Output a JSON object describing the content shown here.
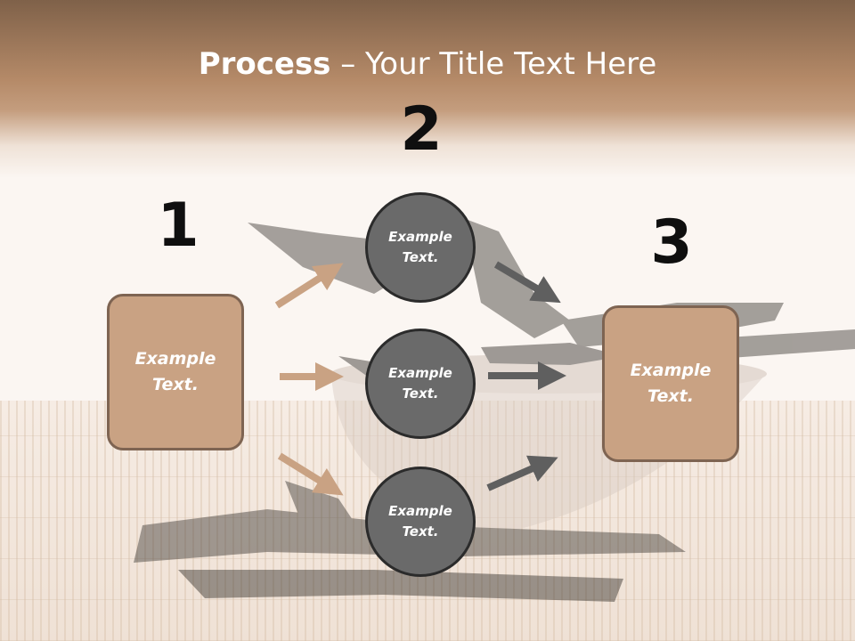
{
  "slide": {
    "title_bold": "Process",
    "title_rest": " – Your Title Text Here",
    "colors": {
      "box_fill": "#c9a283",
      "circle_fill": "#6a6a6a",
      "arrow_tan": "#c9a283",
      "arrow_gray": "#5f5f5f"
    }
  },
  "steps": {
    "num1": "1",
    "num2": "2",
    "num3": "3"
  },
  "left_box": {
    "line1": "Example",
    "line2": "Text."
  },
  "right_box": {
    "line1": "Example",
    "line2": "Text."
  },
  "circles": [
    {
      "line1": "Example",
      "line2": "Text."
    },
    {
      "line1": "Example",
      "line2": "Text."
    },
    {
      "line1": "Example",
      "line2": "Text."
    }
  ]
}
